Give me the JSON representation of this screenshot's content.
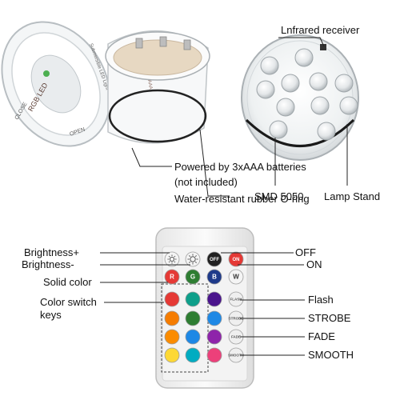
{
  "colors": {
    "red": "#e53935",
    "green": "#2e7d32",
    "blue": "#1e3a8a",
    "orange": "#f57c00",
    "teal": "#0e9f8a",
    "purple": "#4a148c",
    "light_orange": "#fb8c00",
    "sky": "#1e88e5",
    "magenta": "#8e24aa",
    "yellow": "#fdd835",
    "cyan": "#00acc1",
    "pink": "#ec407a"
  },
  "device": {
    "label_rgb_led": "RGB LED",
    "label_close": "CLOSE",
    "label_open": "OPEN",
    "label_product": "Submersible LED Light",
    "label_light": "LIGHT",
    "battery_text": "AAA"
  },
  "callouts": {
    "infrared_receiver": "Lnfrared receiver",
    "batteries_line1": "Powered by 3xAAA batteries",
    "batteries_line2": "(not included)",
    "oring": "Water-resistant rubber O-ring",
    "smd": "SMD 5050",
    "lamp_stand": "Lamp Stand"
  },
  "remote": {
    "labels": {
      "brightness_up": "Brightness+",
      "brightness_down": "Brightness-",
      "solid_color": "Solid color",
      "color_switch": "Color switch keys",
      "off": "OFF",
      "on": "ON",
      "flash": "Flash",
      "strobe": "STROBE",
      "fade": "FADE",
      "smooth": "SMOOTH"
    },
    "buttons": {
      "off": "OFF",
      "on": "ON",
      "r": "R",
      "g": "G",
      "b": "B",
      "w": "W",
      "flash": "FLASH",
      "strobe": "STROBE",
      "fade": "FADE",
      "smooth": "SMOOTH"
    },
    "icons": [
      "sun-dim-icon",
      "sun-bright-icon"
    ],
    "color_keys": [
      [
        "red",
        "teal",
        "purple"
      ],
      [
        "orange",
        "green",
        "sky"
      ],
      [
        "light_orange",
        "sky",
        "magenta"
      ],
      [
        "yellow",
        "cyan",
        "pink"
      ]
    ]
  }
}
